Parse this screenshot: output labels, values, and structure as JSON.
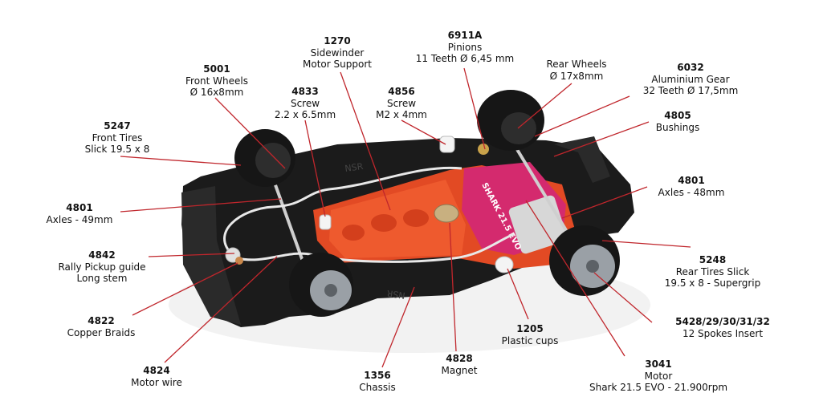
{
  "colors": {
    "leader": "#c0262c",
    "chassis": "#1b1b1b",
    "motor_support": "#e24a24",
    "motor_can": "#d42a6e",
    "tire": "#161616",
    "rim": "#9aa0a6",
    "wire": "#e8e8e8",
    "magnet": "#c8b080"
  },
  "parts": [
    {
      "id": "p5001",
      "code": "5001",
      "lines": [
        "Front Wheels",
        "Ø 16x8mm"
      ]
    },
    {
      "id": "p1270",
      "code": "1270",
      "lines": [
        "Sidewinder",
        "Motor Support"
      ]
    },
    {
      "id": "p4833",
      "code": "4833",
      "lines": [
        "Screw",
        "2.2 x 6.5mm"
      ]
    },
    {
      "id": "p4856",
      "code": "4856",
      "lines": [
        "Screw",
        "M2 x 4mm"
      ]
    },
    {
      "id": "p6911A",
      "code": "6911A",
      "lines": [
        "Pinions",
        "11 Teeth Ø 6,45 mm"
      ]
    },
    {
      "id": "prear",
      "code": "",
      "lines": [
        "Rear Wheels",
        "Ø 17x8mm"
      ]
    },
    {
      "id": "p6032",
      "code": "6032",
      "lines": [
        "Aluminium Gear",
        "32 Teeth Ø 17,5mm"
      ]
    },
    {
      "id": "p4805",
      "code": "4805",
      "lines": [
        "Bushings"
      ]
    },
    {
      "id": "p5247",
      "code": "5247",
      "lines": [
        "Front Tires",
        "Slick 19.5 x 8"
      ]
    },
    {
      "id": "p4801a",
      "code": "4801",
      "lines": [
        "Axles - 49mm"
      ]
    },
    {
      "id": "p4801b",
      "code": "4801",
      "lines": [
        "Axles - 48mm"
      ]
    },
    {
      "id": "p4842",
      "code": "4842",
      "lines": [
        "Rally Pickup guide",
        "Long stem"
      ]
    },
    {
      "id": "p5248",
      "code": "5248",
      "lines": [
        "Rear Tires Slick",
        "19.5 x 8 - Supergrip"
      ]
    },
    {
      "id": "p4822",
      "code": "4822",
      "lines": [
        "Copper Braids"
      ]
    },
    {
      "id": "p5428",
      "code": "5428/29/30/31/32",
      "lines": [
        "12 Spokes Insert"
      ]
    },
    {
      "id": "p1205",
      "code": "1205",
      "lines": [
        "Plastic cups"
      ]
    },
    {
      "id": "p4824",
      "code": "4824",
      "lines": [
        "Motor wire"
      ]
    },
    {
      "id": "p4828",
      "code": "4828",
      "lines": [
        "Magnet"
      ]
    },
    {
      "id": "p1356",
      "code": "1356",
      "lines": [
        "Chassis"
      ]
    },
    {
      "id": "p3041",
      "code": "3041",
      "lines": [
        "Motor",
        "Shark 21.5 EVO - 21.900rpm"
      ]
    }
  ],
  "chassis_imprint": "NSR",
  "motor_imprint": "SHARK 21.5 EVO"
}
